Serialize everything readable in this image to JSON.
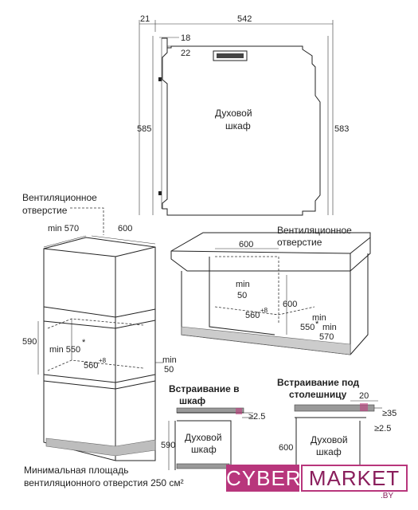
{
  "top_view": {
    "dim_21": "21",
    "dim_542": "542",
    "dim_18": "18",
    "dim_22": "22",
    "dim_585": "585",
    "dim_583": "583",
    "oven_label_line1": "Духовой",
    "oven_label_line2": "шкаф"
  },
  "column_view": {
    "vent_line1": "Вентиляционное",
    "vent_line2": "отверстие",
    "min570": "min 570",
    "dim_600": "600",
    "dim_590": "590",
    "min550": "min 550",
    "dim_560": "560",
    "sup_plus8": "+8",
    "min50_a": "min",
    "min50_b": "50",
    "area_line1": "Минимальная площадь",
    "area_line2": "вентиляционного отверстия 250 см²"
  },
  "counter_view": {
    "vent_line1": "Вентиляционное",
    "vent_line2": "отверстие",
    "dim_600_top": "600",
    "min50_a": "min",
    "min50_b": "50",
    "dim_600_side": "600",
    "dim_560": "560",
    "sup_plus8": "+8",
    "min550": "min",
    "min550_b": "550",
    "star": "*",
    "min570_a": "min",
    "min570_b": "570"
  },
  "cabinet_install": {
    "title_line1": "Встраивание в",
    "title_line2": "шкаф",
    "ge25": "≥2.5",
    "dim_590": "590",
    "oven_line1": "Духовой",
    "oven_line2": "шкаф"
  },
  "counter_install": {
    "title_line1": "Встраивание под",
    "title_line2": "столешницу",
    "dim_20": "20",
    "ge35": "≥35",
    "ge25": "≥2.5",
    "dim_600": "600",
    "oven_line1": "Духовой",
    "oven_line2": "шкаф"
  },
  "logo": {
    "cyber": "CYBER",
    "market": "MARKET",
    "domain": ".BY",
    "brand_color": "#b8367c"
  }
}
